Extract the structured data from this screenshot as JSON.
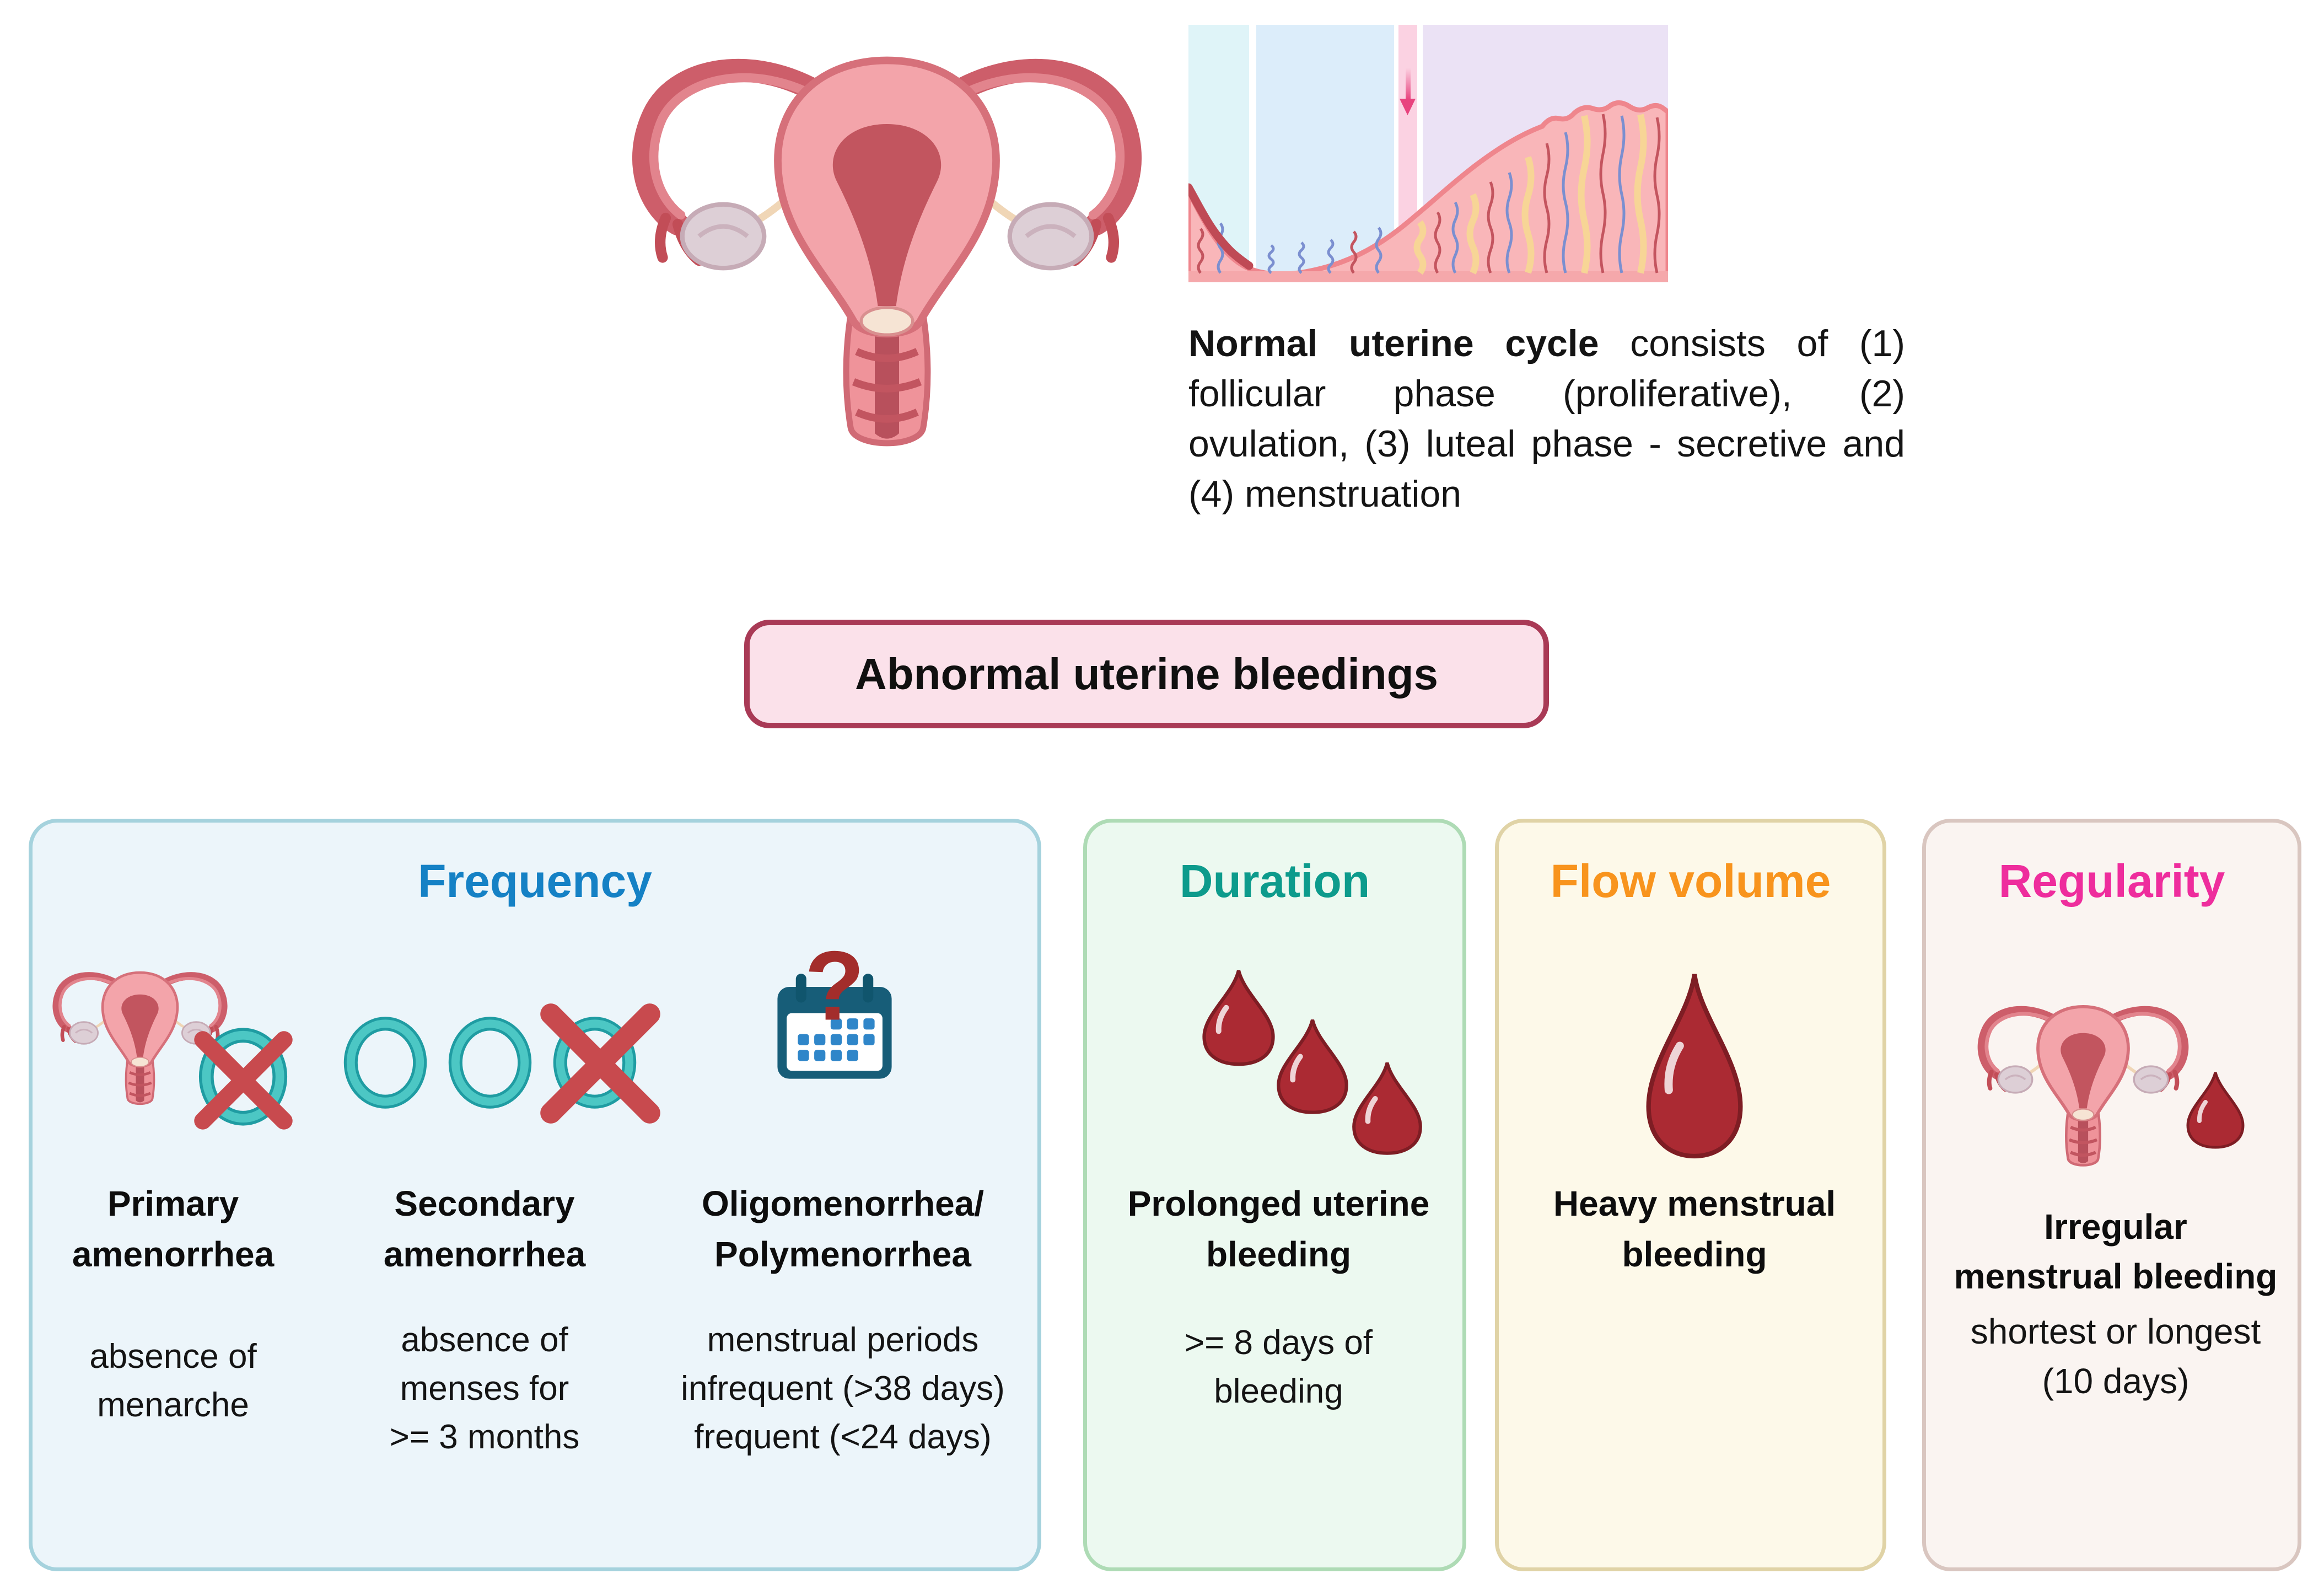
{
  "normal_cycle": {
    "bold": "Normal uterine cycle",
    "rest": " consists of (1) follicular phase (proliferative), (2) ovulation, (3) luteal phase - secretive and (4) menstruation"
  },
  "abnormal_box": {
    "label": "Abnormal uterine bleedings"
  },
  "illustrations": {
    "uterus": "uterus-anatomy-icon",
    "cycle_strip": "endometrial-cycle-diagram",
    "cycle_phases_shown_as_bands": 4,
    "ovulation_marker": "down-arrow-icon"
  },
  "palette": {
    "box_border": "#a93a56",
    "box_bg": "#fbe1ea",
    "frequency_title": "#1581c5",
    "frequency_bg": "#ecf5fa",
    "frequency_border": "#a5d2dd",
    "duration_title": "#0d9b8c",
    "duration_bg": "#ecf9f0",
    "duration_border": "#aedbb5",
    "flow_title": "#f8941d",
    "flow_bg": "#fdf9e9",
    "flow_border": "#e0d3a6",
    "regularity_title": "#ee2d9d",
    "regularity_bg": "#faf4f1",
    "regularity_border": "#d9c6c0",
    "blood_drop": "#ab2a33",
    "teal_ring": "#4cc7c4",
    "red_cross": "#c84a4e"
  },
  "categories": [
    {
      "title": "Frequency",
      "items": [
        {
          "icon": "uterus-crossed-circle-icon",
          "heading_lines": [
            "Primary",
            "amenorrhea"
          ],
          "desc_lines": [
            "absence of",
            "menarche"
          ]
        },
        {
          "icon": "three-rings-crossed-icon",
          "heading_lines": [
            "Secondary",
            "amenorrhea"
          ],
          "desc_lines": [
            "absence of",
            "menses for",
            ">= 3 months"
          ]
        },
        {
          "icon": "calendar-question-icon",
          "heading_lines": [
            "Oligomenorrhea/",
            "Polymenorrhea"
          ],
          "desc_lines": [
            "menstrual periods",
            "infrequent (>38 days)",
            "frequent (<24 days)"
          ]
        }
      ]
    },
    {
      "title": "Duration",
      "items": [
        {
          "icon": "three-blood-drops-icon",
          "heading_lines": [
            "Prolonged uterine",
            "bleeding"
          ],
          "desc_lines": [
            ">= 8 days of",
            "bleeding"
          ]
        }
      ]
    },
    {
      "title": "Flow volume",
      "items": [
        {
          "icon": "blood-drop-icon",
          "heading_lines": [
            "Heavy menstrual",
            "bleeding"
          ],
          "desc_lines": []
        }
      ]
    },
    {
      "title": "Regularity",
      "items": [
        {
          "icon": "uterus-blood-drop-icon",
          "heading_lines": [
            "Irregular",
            "menstrual bleeding"
          ],
          "desc_lines": [
            "shortest or longest",
            "(10 days)"
          ]
        }
      ]
    }
  ]
}
